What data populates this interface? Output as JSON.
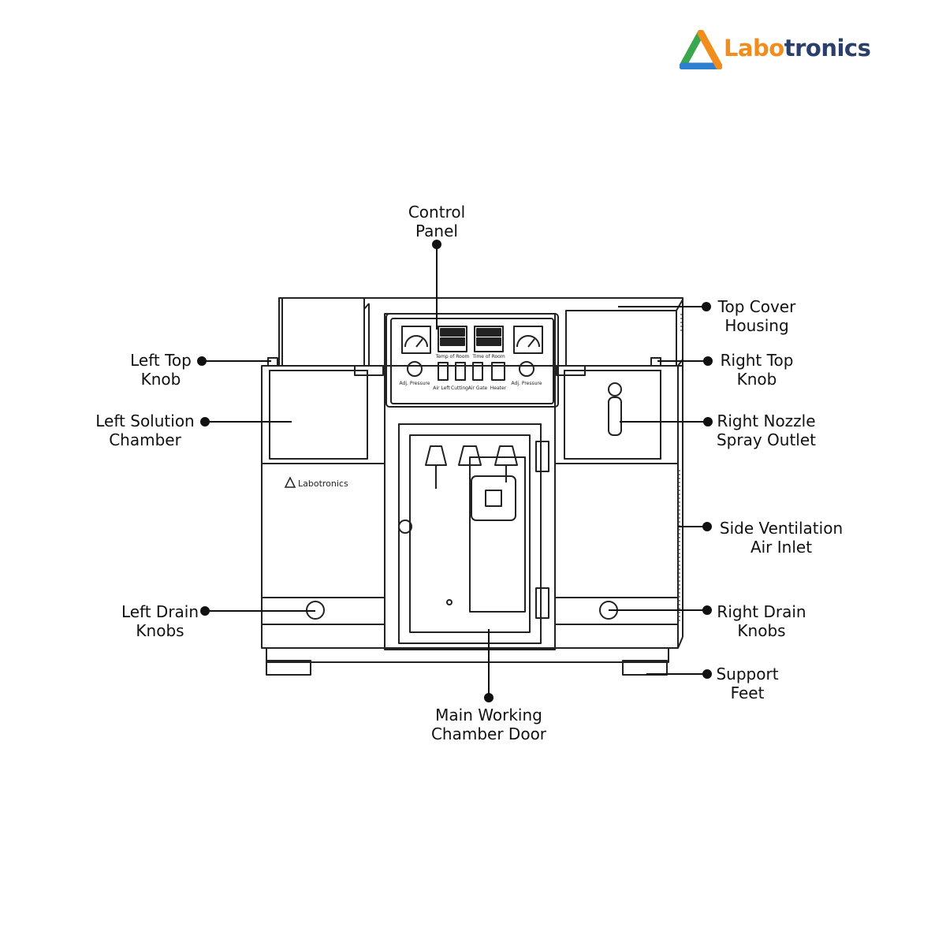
{
  "brand": {
    "name_part1": "Labo",
    "name_part2": "tronics",
    "colors": {
      "orange": "#f28c1c",
      "navy": "#2a3f6b",
      "green": "#3aa650",
      "yellow": "#f5c518",
      "blue": "#2f7fd0"
    }
  },
  "device": {
    "badge_text": "Labotronics",
    "panel": {
      "display_left_label": "Temp of Room",
      "display_right_label": "Time of Room",
      "knob_left_label": "Adj. Pressure",
      "knob_right_label": "Adj. Pressure",
      "switch_labels": [
        "Air Left",
        "Cutting",
        "Air Gate",
        "Heater"
      ]
    }
  },
  "callouts": {
    "control_panel": "Control\nPanel",
    "top_cover": "Top Cover\nHousing",
    "left_top_knob": "Left Top\nKnob",
    "right_top_knob": "Right Top\nKnob",
    "left_solution_chamber": "Left Solution\nChamber",
    "right_nozzle": "Right Nozzle\nSpray Outlet",
    "side_ventilation": "Side Ventilation\nAir Inlet",
    "left_drain": "Left Drain\nKnobs",
    "right_drain": "Right Drain\nKnobs",
    "support_feet": "Support\nFeet",
    "main_door": "Main Working\nChamber Door"
  }
}
